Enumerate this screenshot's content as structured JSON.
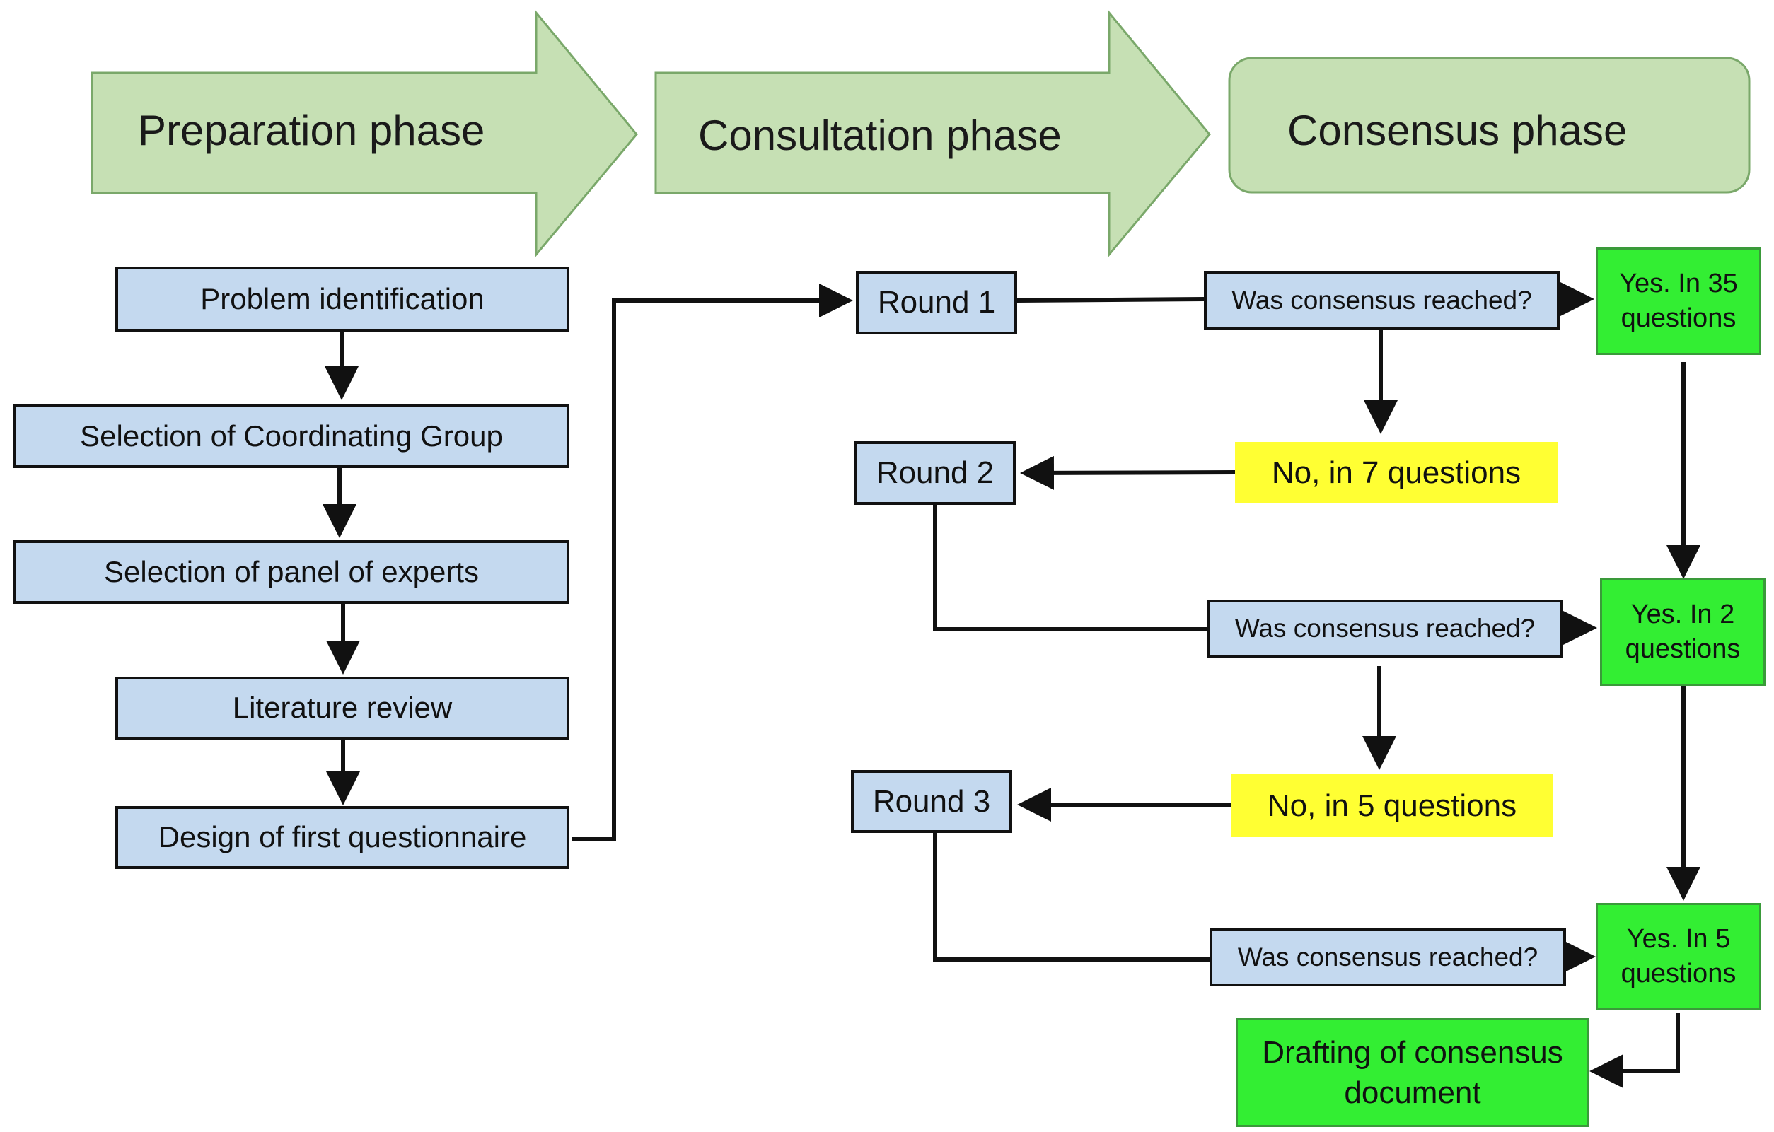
{
  "phases": {
    "preparation": "Preparation phase",
    "consultation": "Consultation phase",
    "consensus": "Consensus phase"
  },
  "preparation_steps": [
    "Problem identification",
    "Selection of Coordinating Group",
    "Selection of panel of experts",
    "Literature review",
    "Design of first questionnaire"
  ],
  "rounds": [
    "Round 1",
    "Round 2",
    "Round 3"
  ],
  "questions": [
    "Was consensus reached?",
    "Was consensus reached?",
    "Was consensus reached?"
  ],
  "yes_results": [
    "Yes. In 35 questions",
    "Yes. In 2 questions",
    "Yes. In 5 questions"
  ],
  "no_results": [
    "No, in 7 questions",
    "No, in 5 questions"
  ],
  "final": "Drafting of consensus document",
  "colors": {
    "phase_fill": "#c6e0b4",
    "phase_stroke": "#7aa86a",
    "box_fill": "#c4d9ef",
    "yes_fill": "#33ee33",
    "no_fill": "#ffff33"
  }
}
